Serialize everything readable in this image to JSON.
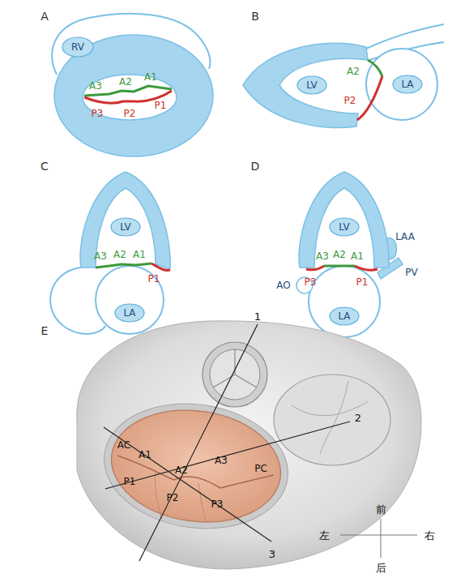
{
  "diagram": {
    "nodes": [
      {
        "text": [
          "RV"
        ]
      },
      {
        "text": [
          "LV"
        ]
      },
      {
        "text": [
          "LA"
        ]
      },
      {
        "text": [
          "LV"
        ]
      },
      {
        "text": [
          "LA"
        ]
      },
      {
        "text": [
          "LV"
        ]
      },
      {
        "text": [
          "LA"
        ]
      }
    ],
    "labels": [
      "A",
      "A3",
      "A2",
      "A1",
      "P3",
      "P2",
      "P1",
      "B",
      "A2",
      "P2",
      "C",
      "A3",
      "A2",
      "A1",
      "P1",
      "D",
      "A3",
      "A2",
      "A1",
      "LAA",
      "AO",
      "P3",
      "P1",
      "PV",
      "E",
      "1",
      "2",
      "AC",
      "A1",
      "A2",
      "A3",
      "PC",
      "P1",
      "P2",
      "P3",
      "3",
      "前",
      "左",
      "右",
      "后"
    ]
  }
}
